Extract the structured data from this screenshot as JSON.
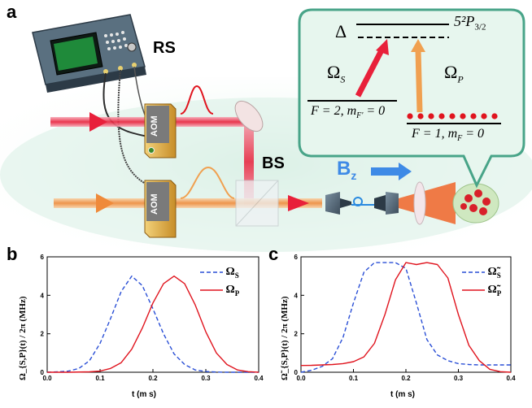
{
  "panel_a": {
    "label": "a",
    "rs_label": "RS",
    "bs_label": "BS",
    "aom_label": "AOM",
    "bz_label": "B",
    "bz_sub": "z",
    "level_diagram": {
      "delta": "Δ",
      "excited_state": "5²P",
      "excited_sub": "3/2",
      "omega_s": "Ω",
      "omega_s_sub": "S",
      "omega_p": "Ω",
      "omega_p_sub": "P",
      "ground_left": "F = 2, m",
      "ground_left_sub": "F'",
      "ground_left_tail": " = 0",
      "ground_right": "F = 1, m",
      "ground_right_sub": "F",
      "ground_right_tail": " = 0"
    },
    "colors": {
      "stokes": "#e8203a",
      "pump": "#f0a050",
      "bubble": "#e6f5ee"
    }
  },
  "chart_data": [
    {
      "type": "line",
      "panel_label": "b",
      "xlabel": "t (m s)",
      "ylabel": "Ω_{S,P}(t) / 2π (MHz)",
      "xlim": [
        0,
        0.4
      ],
      "ylim": [
        0,
        6
      ],
      "xticks": [
        "0.0",
        "0.1",
        "0.2",
        "0.3",
        "0.4"
      ],
      "yticks": [
        "0",
        "2",
        "4",
        "6"
      ],
      "legend": "top-right",
      "series": [
        {
          "name": "Ω",
          "name_sub": "S",
          "style": "dashed",
          "color": "#2a4fd6",
          "x": [
            0.0,
            0.02,
            0.04,
            0.06,
            0.08,
            0.1,
            0.12,
            0.14,
            0.16,
            0.18,
            0.2,
            0.22,
            0.24,
            0.26,
            0.28,
            0.3,
            0.32,
            0.34,
            0.36,
            0.38,
            0.4
          ],
          "y": [
            0.0,
            0.02,
            0.06,
            0.2,
            0.6,
            1.5,
            2.8,
            4.2,
            5.0,
            4.5,
            3.3,
            2.0,
            0.95,
            0.4,
            0.12,
            0.04,
            0.01,
            0.0,
            0.0,
            0.0,
            0.0
          ]
        },
        {
          "name": "Ω",
          "name_sub": "P",
          "style": "solid",
          "color": "#e0141e",
          "x": [
            0.0,
            0.04,
            0.08,
            0.1,
            0.12,
            0.14,
            0.16,
            0.18,
            0.2,
            0.22,
            0.24,
            0.26,
            0.28,
            0.3,
            0.32,
            0.34,
            0.36,
            0.38,
            0.4
          ],
          "y": [
            0.0,
            0.0,
            0.02,
            0.06,
            0.2,
            0.5,
            1.2,
            2.3,
            3.6,
            4.6,
            5.0,
            4.6,
            3.5,
            2.1,
            1.0,
            0.4,
            0.12,
            0.03,
            0.0
          ]
        }
      ]
    },
    {
      "type": "line",
      "panel_label": "c",
      "xlabel": "t (m s)",
      "ylabel": "Ω̃_{S,P}(t) / 2π (MHz)",
      "xlim": [
        0,
        0.4
      ],
      "ylim": [
        0,
        6
      ],
      "xticks": [
        "0.0",
        "0.1",
        "0.2",
        "0.3",
        "0.4"
      ],
      "yticks": [
        "0",
        "2",
        "4",
        "6"
      ],
      "legend": "top-right",
      "series": [
        {
          "name": "Ω̃",
          "name_sub": "S",
          "style": "dashed",
          "color": "#2a4fd6",
          "x": [
            0.0,
            0.02,
            0.04,
            0.06,
            0.08,
            0.1,
            0.12,
            0.14,
            0.16,
            0.18,
            0.2,
            0.22,
            0.24,
            0.26,
            0.28,
            0.3,
            0.32,
            0.34,
            0.36,
            0.38,
            0.4
          ],
          "y": [
            0.0,
            0.1,
            0.3,
            0.7,
            1.8,
            3.6,
            5.2,
            5.7,
            5.7,
            5.7,
            5.4,
            3.6,
            1.7,
            0.9,
            0.6,
            0.45,
            0.4,
            0.38,
            0.38,
            0.38,
            0.38
          ]
        },
        {
          "name": "Ω̃",
          "name_sub": "P",
          "style": "solid",
          "color": "#e0141e",
          "x": [
            0.0,
            0.02,
            0.04,
            0.06,
            0.08,
            0.1,
            0.12,
            0.14,
            0.16,
            0.18,
            0.2,
            0.22,
            0.24,
            0.26,
            0.28,
            0.3,
            0.32,
            0.34,
            0.36,
            0.38,
            0.4
          ],
          "y": [
            0.35,
            0.36,
            0.38,
            0.4,
            0.45,
            0.55,
            0.8,
            1.5,
            3.0,
            4.8,
            5.7,
            5.6,
            5.7,
            5.6,
            4.9,
            3.0,
            1.4,
            0.6,
            0.15,
            0.03,
            0.0
          ]
        }
      ]
    }
  ]
}
